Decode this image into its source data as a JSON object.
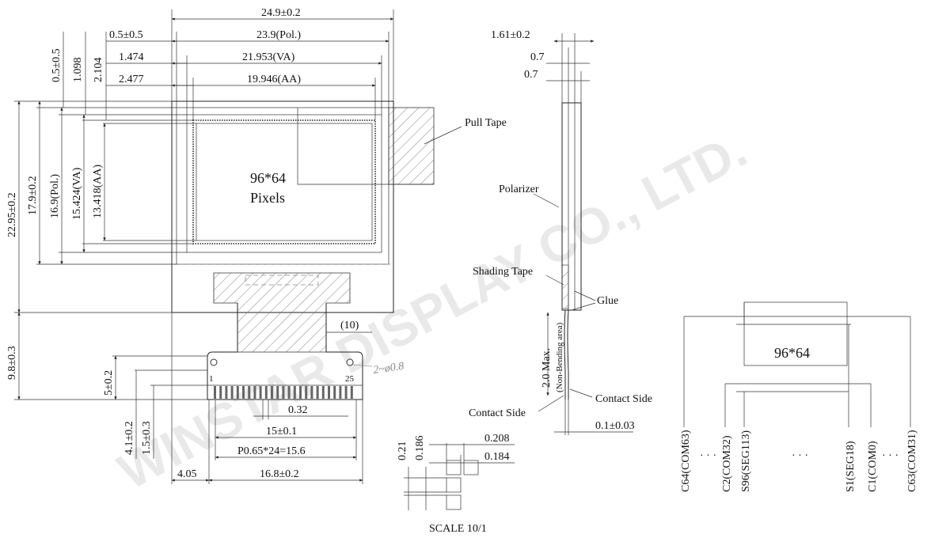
{
  "watermark": "WINSTAR DISPLAY CO., LTD.",
  "front_view": {
    "top_dims": [
      "24.9±0.2",
      "0.5±0.5",
      "23.9(Pol.)",
      "1.474",
      "21.953(VA)",
      "2.477",
      "19.946(AA)"
    ],
    "left_dims": [
      "0.5±0.5",
      "1.098",
      "2.104",
      "22.95±0.2",
      "17.9±0.2",
      "16.9(Pol.)",
      "15.424(VA)",
      "13.418(AA)",
      "9.8±0.3"
    ],
    "pixels_line1": "96*64",
    "pixels_line2": "Pixels",
    "pull_tape": "Pull Tape",
    "fpc_width": "(10)",
    "holes": "2~ø0.8",
    "pin_first": "1",
    "pin_last": "25",
    "bottom_dims": [
      "5±0.2",
      "4.1±0.2",
      "1.5±0.3",
      "0.32",
      "15±0.1",
      "P0.65*24=15.6",
      "4.05",
      "16.8±0.2"
    ]
  },
  "side_view": {
    "top_dims": [
      "1.61±0.2",
      "0.7",
      "0.7"
    ],
    "labels": [
      "Polarizer",
      "Shading Tape",
      "Glue",
      "Contact Side",
      "Contact Side"
    ],
    "bend_main": "2.0 Max.",
    "bend_sub": "(Non-Bending area)",
    "thickness": "0.1±0.03"
  },
  "pixel_detail": {
    "dims": [
      "0.21",
      "0.186",
      "0.208",
      "0.184"
    ],
    "scale": "SCALE 10/1"
  },
  "pinout": {
    "title": "96*64",
    "labels": [
      "C64(COM63)",
      "C2(COM32)",
      "S96(SEG113)",
      "S1(SEG18)",
      "C1(COM0)",
      "C63(COM31)"
    ],
    "ellipsis": "· · ·"
  }
}
